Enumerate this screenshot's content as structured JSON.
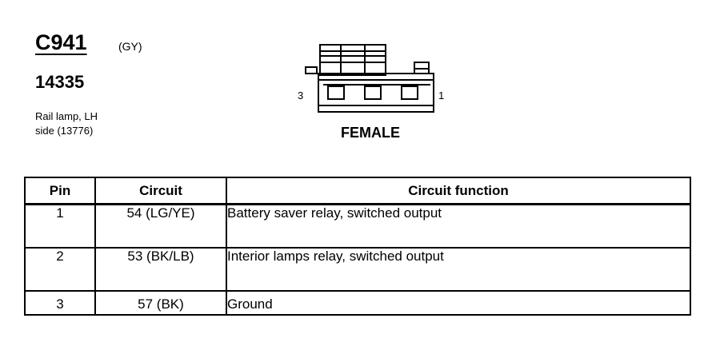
{
  "connector": {
    "id": "C941",
    "color_code": "(GY)",
    "part_number": "14335",
    "description_line1": "Rail lamp, LH",
    "description_line2": "side (13776)",
    "gender": "FEMALE",
    "pin_end_left": "3",
    "pin_end_right": "1"
  },
  "table": {
    "headers": {
      "pin": "Pin",
      "circuit": "Circuit",
      "function": "Circuit function"
    },
    "rows": [
      {
        "pin": "1",
        "circuit": "54 (LG/YE)",
        "function": "Battery saver relay, switched output"
      },
      {
        "pin": "2",
        "circuit": "53 (BK/LB)",
        "function": "Interior lamps relay, switched output"
      },
      {
        "pin": "3",
        "circuit": "57 (BK)",
        "function": "Ground"
      }
    ]
  }
}
